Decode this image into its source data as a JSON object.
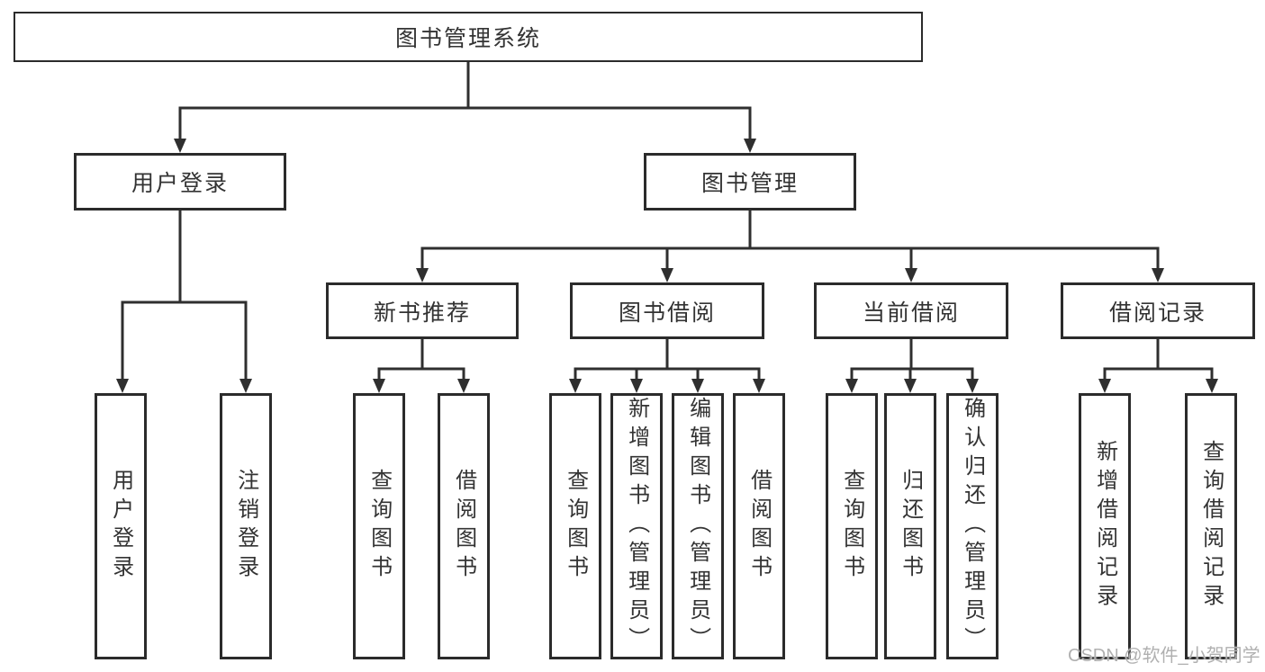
{
  "tree": {
    "root": {
      "label": "图书管理系统"
    },
    "branches": [
      {
        "label": "用户登录",
        "children": [
          {
            "label": "用户登录"
          },
          {
            "label": "注销登录"
          }
        ]
      },
      {
        "label": "图书管理",
        "children": [
          {
            "label": "新书推荐",
            "children": [
              {
                "label": "查询图书"
              },
              {
                "label": "借阅图书"
              }
            ]
          },
          {
            "label": "图书借阅",
            "children": [
              {
                "label": "查询图书"
              },
              {
                "label": "新增图书（管理员）"
              },
              {
                "label": "编辑图书（管理员）"
              },
              {
                "label": "借阅图书"
              }
            ]
          },
          {
            "label": "当前借阅",
            "children": [
              {
                "label": "查询图书"
              },
              {
                "label": "归还图书"
              },
              {
                "label": "确认归还（管理员）"
              }
            ]
          },
          {
            "label": "借阅记录",
            "children": [
              {
                "label": "新增借阅记录"
              },
              {
                "label": "查询借阅记录"
              }
            ]
          }
        ]
      }
    ]
  },
  "watermark": {
    "text": "CSDN @软件_小贺同学"
  },
  "colors": {
    "line": "#2f2f2f",
    "box_border": "#2b2b2b",
    "box_bg": "#ffffff",
    "text": "#333333",
    "watermark": "#b0b0b0",
    "background": "#ffffff"
  }
}
